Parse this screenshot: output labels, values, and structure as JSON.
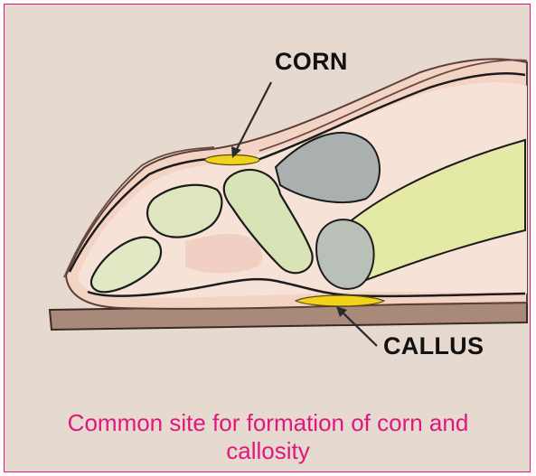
{
  "labels": {
    "corn": "CORN",
    "callus": "CALLUS"
  },
  "caption": {
    "line1": "Common site for formation of corn and",
    "line2": "callosity"
  },
  "colors": {
    "frame_border": "#e0177f",
    "background": "#e6d9cf",
    "caption": "#e0177f",
    "lesion": "#f2d21b"
  }
}
